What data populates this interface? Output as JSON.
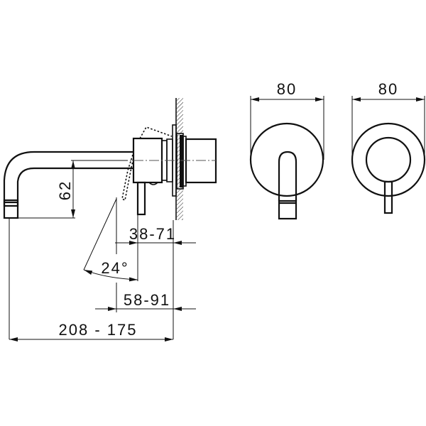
{
  "drawing": {
    "type": "technical-dimension-drawing",
    "subject": "wall-mounted single-lever basin mixer with spout",
    "colors": {
      "line": "#111111",
      "centerline": "#555555",
      "background": "#ffffff"
    },
    "side_view": {
      "dimensions": {
        "spout_drop": "62",
        "projection_lever": "38-71",
        "rotation_angle": "24°",
        "projection_body": "58-91",
        "spout_reach": "208 - 175"
      }
    },
    "front_view_spout": {
      "diameter_label": "80"
    },
    "front_view_lever": {
      "diameter_label": "80"
    }
  }
}
